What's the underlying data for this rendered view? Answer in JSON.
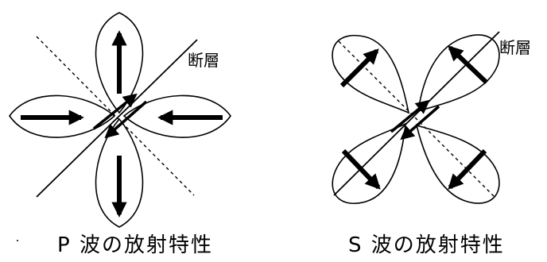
{
  "panels": {
    "p_wave": {
      "caption": "P 波の放射特性",
      "fault_label": "断層"
    },
    "s_wave": {
      "caption": "S 波の放射特性",
      "fault_label": "断層"
    }
  }
}
